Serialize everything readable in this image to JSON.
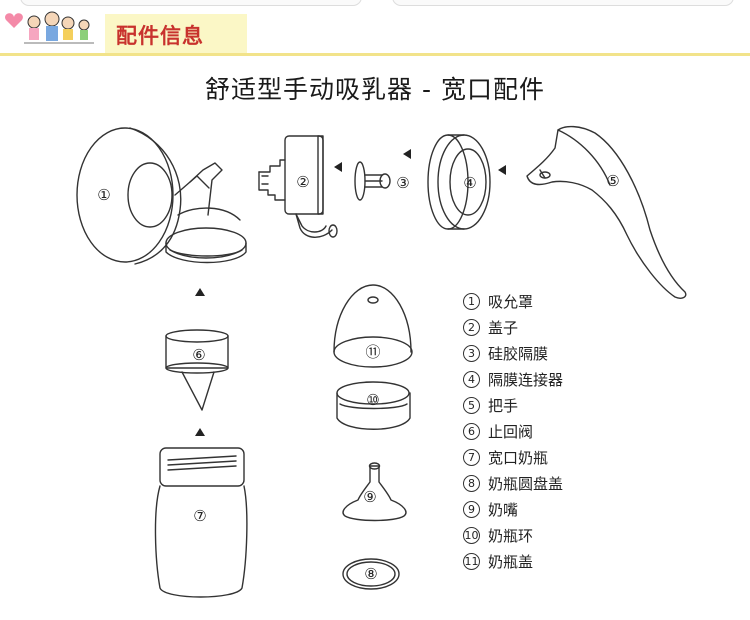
{
  "header": {
    "title": "配件信息"
  },
  "diagram": {
    "title": "舒适型手动吸乳器 - 宽口配件",
    "part_labels": [
      "①",
      "②",
      "③",
      "④",
      "⑤",
      "⑥",
      "⑦",
      "⑧",
      "⑨",
      "⑩",
      "⑪"
    ]
  },
  "legend": {
    "items": [
      {
        "num": "1",
        "label": "吸允罩"
      },
      {
        "num": "2",
        "label": "盖子"
      },
      {
        "num": "3",
        "label": "硅胶隔膜"
      },
      {
        "num": "4",
        "label": "隔膜连接器"
      },
      {
        "num": "5",
        "label": "把手"
      },
      {
        "num": "6",
        "label": "止回阀"
      },
      {
        "num": "7",
        "label": "宽口奶瓶"
      },
      {
        "num": "8",
        "label": "奶瓶圆盘盖"
      },
      {
        "num": "9",
        "label": "奶嘴"
      },
      {
        "num": "10",
        "label": "奶瓶环"
      },
      {
        "num": "11",
        "label": "奶瓶盖"
      }
    ]
  },
  "colors": {
    "header_text": "#c8322d",
    "header_band": "#fbf7c6",
    "header_rule": "#f2e38a",
    "line_art": "#333333"
  }
}
